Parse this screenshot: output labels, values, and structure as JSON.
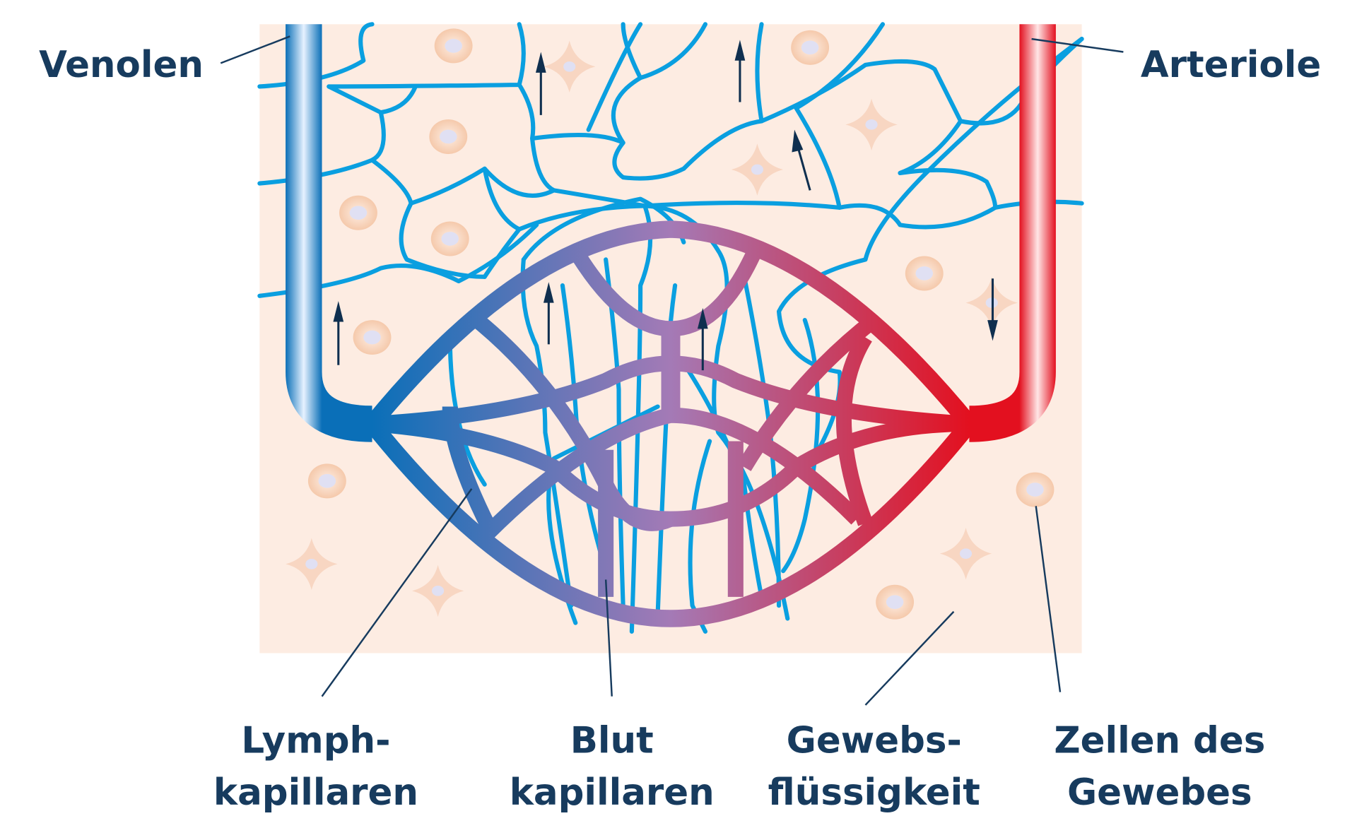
{
  "title": "Lymph- und Blutkapillaren im Gewebe",
  "labels": {
    "venolen": "Venolen",
    "arteriole": "Arteriole",
    "lymph_line1": "Lymph-",
    "lymph_line2": "kapillaren",
    "blut_line1": "Blut",
    "blut_line2": "kapillaren",
    "gewebs_line1": "Gewebs-",
    "gewebs_line2": "flüssigkeit",
    "zellen_line1": "Zellen des",
    "zellen_line2": "Gewebes"
  },
  "colors": {
    "tissue": "#fdece2",
    "venous": "#0a6fb8",
    "arterial": "#e3101f",
    "mixed": "#a47ab6",
    "lymph": "#0a9fe0",
    "text": "#173b5e"
  }
}
